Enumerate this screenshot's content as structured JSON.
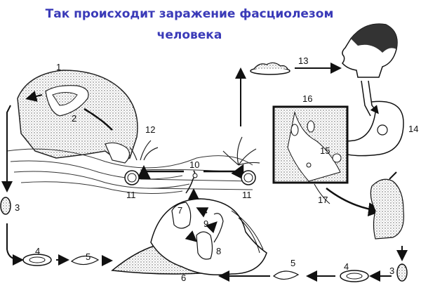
{
  "title": {
    "line1": "Так происходит заражение фасциолезом",
    "line2": "человека",
    "color": "#3a3ab8"
  },
  "labels": {
    "l1": "1",
    "l2": "2",
    "l3a": "3",
    "l3b": "3",
    "l4a": "4",
    "l4b": "4",
    "l5a": "5",
    "l5b": "5",
    "l6": "6",
    "l7": "7",
    "l8": "8",
    "l9": "9",
    "l10": "10",
    "l11a": "11",
    "l11b": "11",
    "l12": "12",
    "l13": "13",
    "l14": "14",
    "l15": "15",
    "l16": "16",
    "l17": "17"
  },
  "figures": {
    "sheep": "sheep-definitive-host",
    "snail": "snail-intermediate-host",
    "human": "human-head",
    "plate": "plate-of-greens",
    "liver_inset": "liver-bile-duct-inset",
    "human_defecating": "human-figure",
    "egg": "egg",
    "miracidium": "miracidium",
    "cercaria": "cercaria",
    "adolescaria": "adolescaria-cyst"
  }
}
